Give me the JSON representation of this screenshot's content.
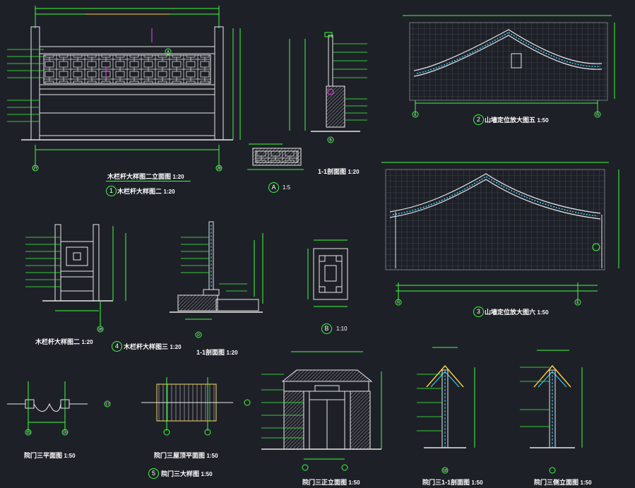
{
  "colors": {
    "background": "#1e2028",
    "line_white": "#e8e8e8",
    "dim_green": "#3cff3c",
    "accent_magenta": "#ff3cff",
    "accent_cyan": "#3cd8ff",
    "accent_yellow": "#ffd23c",
    "accent_red": "#ff4040",
    "grid": "#5a5d66"
  },
  "drawings": {
    "d1": {
      "title": "木栏杆大样图二立面图",
      "scale": "1:20",
      "number": "1",
      "subtitle": "木栏杆大样图二",
      "subscale": "1:20",
      "axes": [
        "27",
        "28"
      ],
      "callout": "A"
    },
    "dA": {
      "title": "A",
      "scale": "1:5"
    },
    "d11": {
      "title": "1-1剖面图",
      "scale": "1:20",
      "callout": "B"
    },
    "d2": {
      "title": "山墙定位放大图五",
      "scale": "1:50",
      "number": "2",
      "axes": [
        "E",
        "N"
      ]
    },
    "d3": {
      "title": "山墙定位放大图六",
      "scale": "1:50",
      "number": "3",
      "axes": [
        "N",
        "E"
      ]
    },
    "d4": {
      "title": "木栏杆大样图二",
      "scale": "1:20",
      "number": "4",
      "subtitle": "木栏杆大样图三",
      "subscale": "1:20",
      "axis": "28"
    },
    "d11b": {
      "title": "1-1剖面图",
      "scale": "1:20",
      "callout": "D"
    },
    "dB": {
      "title": "B",
      "scale": "1:10"
    },
    "d5": {
      "number": "5",
      "title": "院门三大样图",
      "scale": "1:50",
      "plan_title": "院门三平面图",
      "plan_scale": "1:50",
      "roof_title": "院门三屋顶平面图",
      "roof_scale": "1:50",
      "elev_title": "院门三正立面图",
      "elev_scale": "1:50",
      "sect_title": "院门三1-1剖面图",
      "sect_scale": "1:50",
      "side_title": "院门三侧立面图",
      "side_scale": "1:50",
      "axes": [
        "15",
        "16",
        "17",
        "18"
      ]
    }
  }
}
